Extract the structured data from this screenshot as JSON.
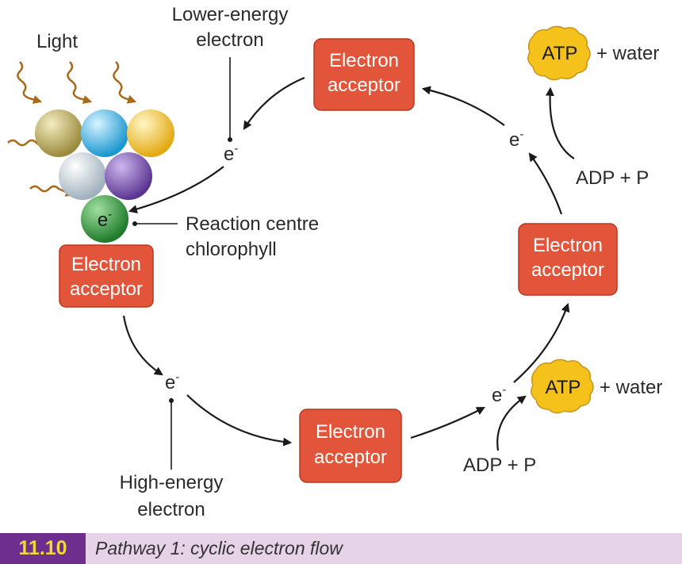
{
  "labels": {
    "light": "Light",
    "lower_energy_line1": "Lower-energy",
    "lower_energy_line2": "electron",
    "high_energy_line1": "High-energy",
    "high_energy_line2": "electron",
    "reaction_centre_line1": "Reaction centre",
    "reaction_centre_line2": "chlorophyll",
    "electron": "e",
    "electron_sup": "-"
  },
  "boxes": {
    "line1": "Electron",
    "line2": "acceptor"
  },
  "atp": {
    "label": "ATP",
    "suffix": "+ water"
  },
  "adp": "ADP + P",
  "caption": {
    "number": "11.10",
    "text": "Pathway 1: cyclic electron flow"
  },
  "colors": {
    "acceptor_box": "#e2553a",
    "atp_blob": "#f5c21c",
    "reaction_centre": "#2e9a3c",
    "light_arrow": "#a8691a",
    "pigment_olive": "#b8a65a",
    "pigment_cyan": "#3cb8e8",
    "pigment_yellow": "#f4c52e",
    "pigment_grey": "#c9d6df",
    "pigment_purple": "#7a55b0",
    "caption_bar": "#e6d3e8",
    "caption_number_bg": "#6e2e8e"
  }
}
